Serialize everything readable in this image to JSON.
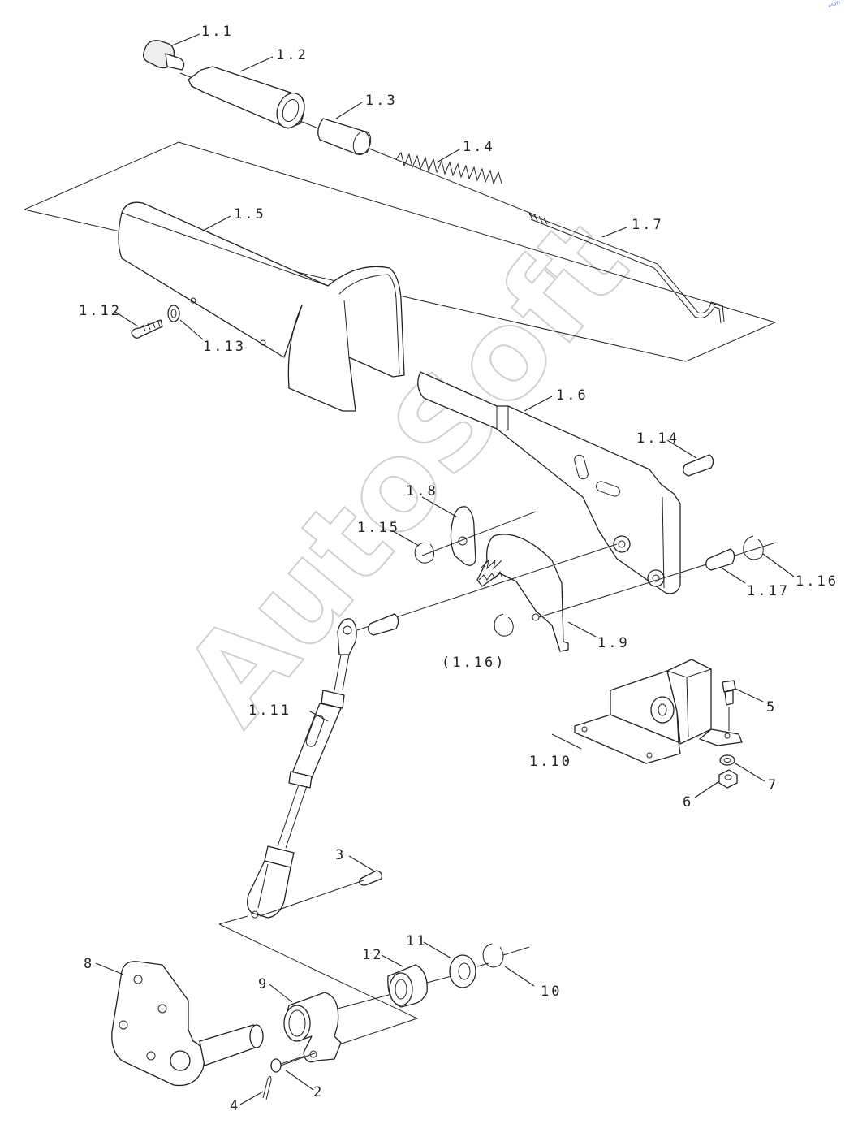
{
  "watermark": "AutoSoft",
  "corner_mark": "ᵃˢᵒᶠᵗ",
  "labels": {
    "l1_1": "1.1",
    "l1_2": "1.2",
    "l1_3": "1.3",
    "l1_4": "1.4",
    "l1_5": "1.5",
    "l1_6": "1.6",
    "l1_7": "1.7",
    "l1_8": "1.8",
    "l1_9": "1.9",
    "l1_10": "1.10",
    "l1_11": "1.11",
    "l1_12": "1.12",
    "l1_13": "1.13",
    "l1_14": "1.14",
    "l1_15": "1.15",
    "l1_16": "1.16",
    "l1_16b": "(1.16)",
    "l1_17": "1.17",
    "l2": "2",
    "l3": "3",
    "l4": "4",
    "l5": "5",
    "l6": "6",
    "l7": "7",
    "l8": "8",
    "l9": "9",
    "l10": "10",
    "l11": "11",
    "l12": "12"
  }
}
